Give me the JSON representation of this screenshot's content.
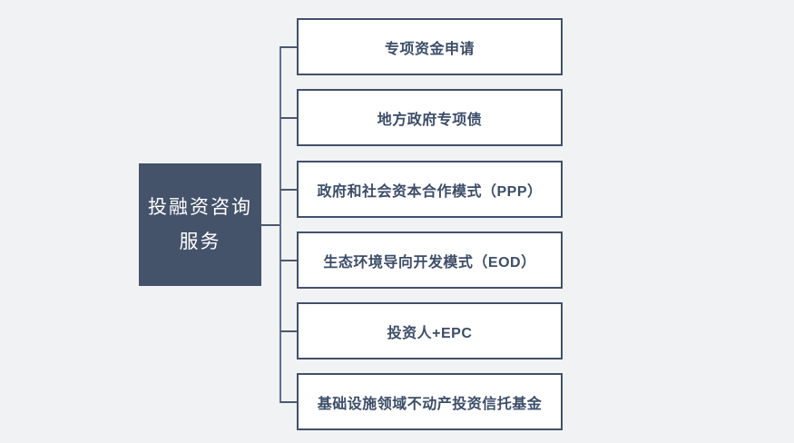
{
  "diagram": {
    "type": "tree",
    "root": {
      "label": "投融资咨询服务"
    },
    "branches": [
      {
        "label": "专项资金申请"
      },
      {
        "label": "地方政府专项债"
      },
      {
        "label": "政府和社会资本合作模式（PPP）"
      },
      {
        "label": "生态环境导向开发模式（EOD）"
      },
      {
        "label": "投资人+EPC"
      },
      {
        "label": "基础设施领域不动产投资信托基金"
      }
    ],
    "colors": {
      "background": "#f1f2f3",
      "root_fill": "#44526a",
      "root_text": "#ffffff",
      "box_fill": "#ffffff",
      "box_border": "#42506a",
      "box_text": "#3c4d68",
      "connector": "#4a586f",
      "trunk": "#63718a"
    }
  }
}
